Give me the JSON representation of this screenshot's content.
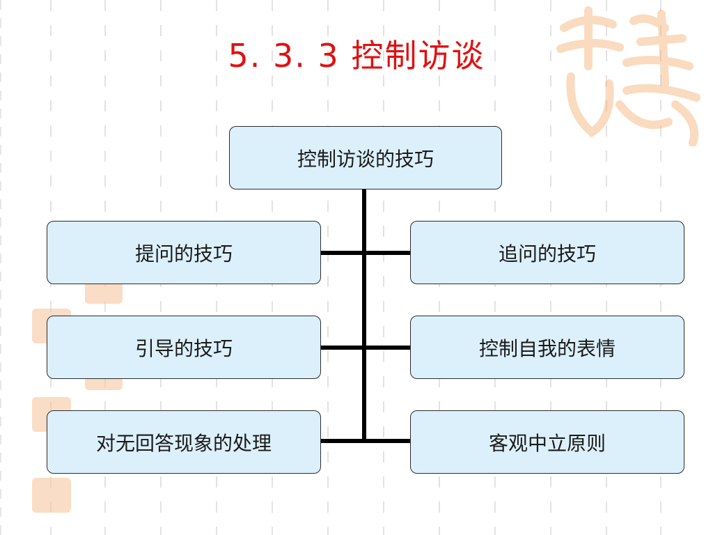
{
  "title": "5. 3. 3 控制访谈",
  "diagram": {
    "root": "控制访谈的技巧",
    "left": [
      "提问的技巧",
      "引导的技巧",
      "对无回答现象的处理"
    ],
    "right": [
      "追问的技巧",
      "控制自我的表情",
      "客观中立原则"
    ]
  },
  "colors": {
    "title": "#e01010",
    "box_fill": "#dcf0fb",
    "box_border": "#2b2b2b",
    "connector": "#000000",
    "seal": "#f2a86a"
  },
  "decorations": {
    "seal_icon": "auspicious-seal-icon"
  }
}
